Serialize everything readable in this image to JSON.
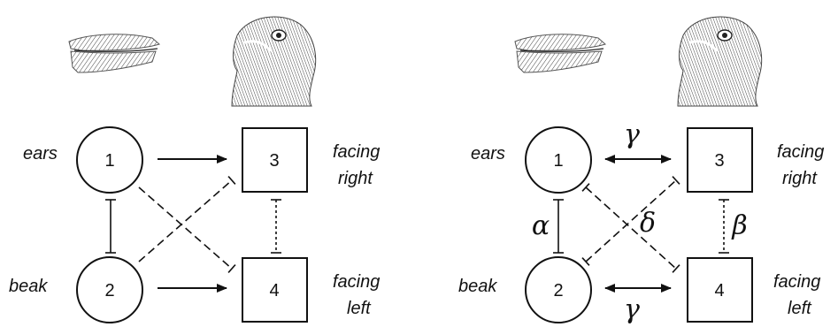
{
  "left_diagram": {
    "nodes": {
      "n1": "1",
      "n2": "2",
      "n3": "3",
      "n4": "4"
    },
    "labels": {
      "ears": "ears",
      "beak": "beak",
      "facing_right_1": "facing",
      "facing_right_2": "right",
      "facing_left_1": "facing",
      "facing_left_2": "left"
    }
  },
  "right_diagram": {
    "nodes": {
      "n1": "1",
      "n2": "2",
      "n3": "3",
      "n4": "4"
    },
    "labels": {
      "ears": "ears",
      "beak": "beak",
      "facing_right_1": "facing",
      "facing_right_2": "right",
      "facing_left_1": "facing",
      "facing_left_2": "left"
    },
    "params": {
      "gamma_top": "γ",
      "gamma_bottom": "γ",
      "alpha": "α",
      "beta": "β",
      "delta": "δ"
    }
  },
  "illustrations": [
    {
      "name": "duck-beak",
      "description_icon": "duck-beak-drawing"
    },
    {
      "name": "rabbit-head",
      "description_icon": "rabbit-head-drawing"
    }
  ]
}
